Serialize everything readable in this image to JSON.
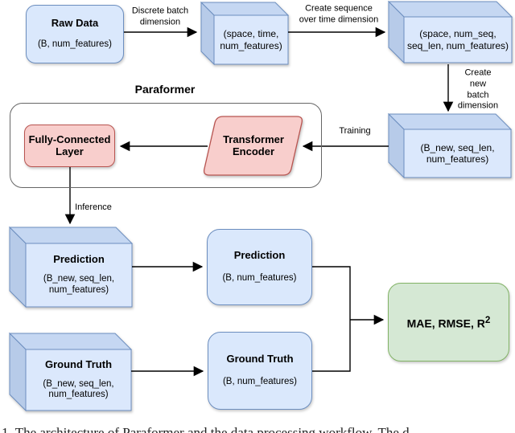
{
  "colors": {
    "blue_fill": "#dae8fc",
    "blue_stroke": "#6c8ebf",
    "red_fill": "#f8cecc",
    "red_stroke": "#b85450",
    "green_fill": "#d5e8d4",
    "green_stroke": "#82b366",
    "arrow": "#000000",
    "container_stroke": "#666666"
  },
  "nodes": {
    "raw_data": {
      "title": "Raw Data",
      "subtitle": "(B, num_features)"
    },
    "cube_space_time": {
      "label": "(space, time,\nnum_features)"
    },
    "cube_space_numseq": {
      "label": "(space, num_seq,\nseq_len, num_features)"
    },
    "cube_bnew": {
      "label": "(B_new, seq_len,\nnum_features)"
    },
    "paraformer_group": {
      "title": "Paraformer"
    },
    "fully_connected": {
      "label": "Fully-Connected\nLayer"
    },
    "transformer_encoder": {
      "label": "Transformer\nEncoder"
    },
    "prediction_cube": {
      "title": "Prediction",
      "subtitle": "(B_new, seq_len,\nnum_features)"
    },
    "prediction_box": {
      "title": "Prediction",
      "subtitle": "(B, num_features)"
    },
    "ground_truth_cube": {
      "title": "Ground Truth",
      "subtitle": "(B_new, seq_len,\nnum_features)"
    },
    "ground_truth_box": {
      "title": "Ground Truth",
      "subtitle": "(B, num_features)"
    },
    "metrics": {
      "label": "MAE, RMSE, R",
      "sup": "2"
    }
  },
  "edge_labels": {
    "discrete_batch": "Discrete batch\ndimension",
    "create_sequence": "Create sequence\nover time dimension",
    "create_new_batch": "Create new\nbatch\ndimension",
    "training": "Training",
    "inference": "Inference"
  },
  "caption": "1. The architecture of Paraformer and the data processing workflow. The d"
}
